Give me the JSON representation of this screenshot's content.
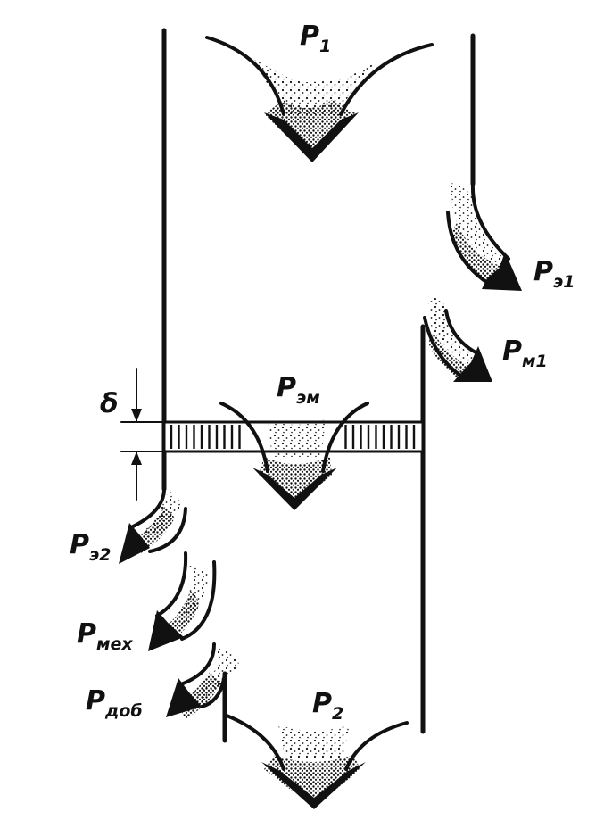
{
  "labels": {
    "p1": {
      "main": "P",
      "sub": "1"
    },
    "pe1": {
      "main": "P",
      "sub": "э1"
    },
    "pm1": {
      "main": "P",
      "sub": "м1"
    },
    "pem": {
      "main": "P",
      "sub": "эм"
    },
    "pe2": {
      "main": "P",
      "sub": "э2"
    },
    "pmex": {
      "main": "P",
      "sub": "мех"
    },
    "pdob": {
      "main": "P",
      "sub": "доб"
    },
    "p2": {
      "main": "P",
      "sub": "2"
    },
    "delta": "δ"
  },
  "colors": {
    "ink": "#111111",
    "background": "#ffffff"
  }
}
